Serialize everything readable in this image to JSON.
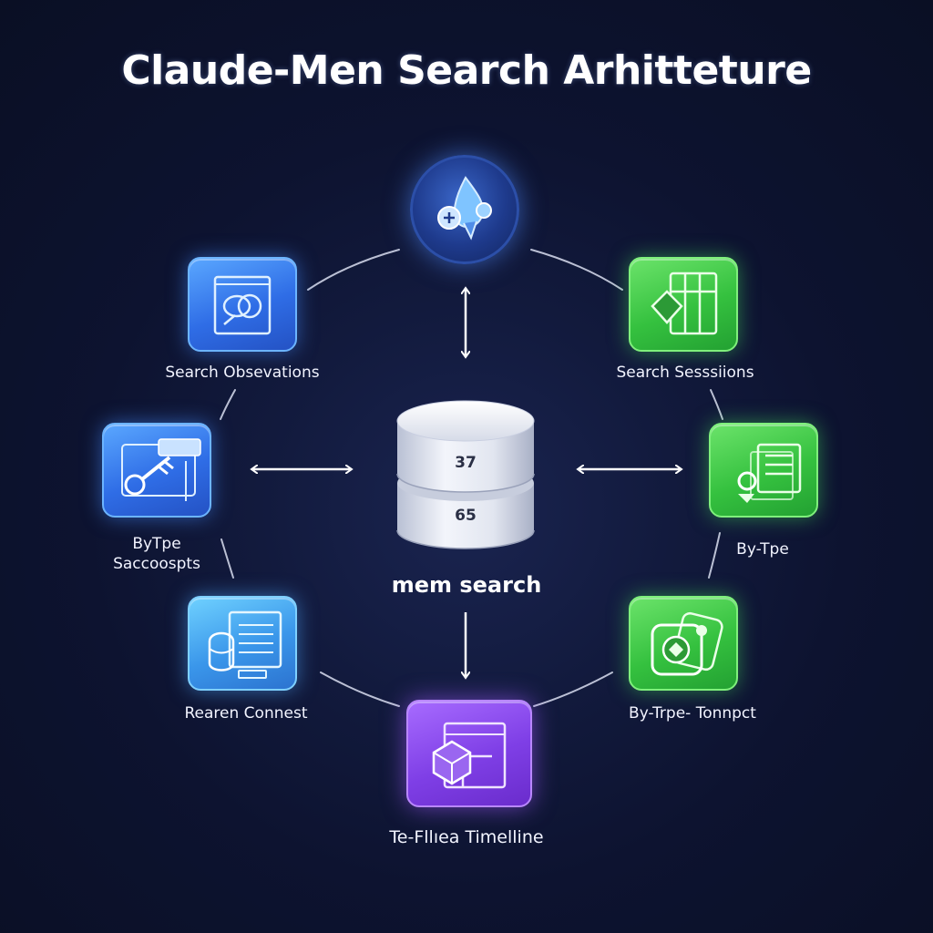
{
  "title": "Claude-Men Search Arhitteture",
  "center": {
    "label": "mem search",
    "values": [
      "37",
      "65"
    ]
  },
  "nodes": {
    "search_observations": "Search Obsevations",
    "search_sessions": "Search Sesssiions",
    "by_type_left_line1": "ByTpe",
    "by_type_left_line2": "Saccoospts",
    "by_type_right": "By-Tpe",
    "rearen_connest": "Rearen Connest",
    "by_type_tonnpct": "By-Trpe- Tonnpct",
    "timeline": "Te-Fllıea Timelline"
  },
  "colors": {
    "background": "#0b1026",
    "blue": "#2f6de6",
    "green": "#35c13f",
    "purple": "#7f3fe6",
    "hub": "#1e3a8c"
  },
  "icons": {
    "hub": "network-drop-icon",
    "search_observations": "eye-document-icon",
    "search_sessions": "sessions-columns-icon",
    "by_type_left": "key-tag-icon",
    "by_type_right": "document-key-icon",
    "rearen_connest": "stacked-documents-icon",
    "by_type_tonnpct": "tagged-document-icon",
    "timeline": "timeline-cube-icon",
    "center": "database-cylinder-icon"
  }
}
